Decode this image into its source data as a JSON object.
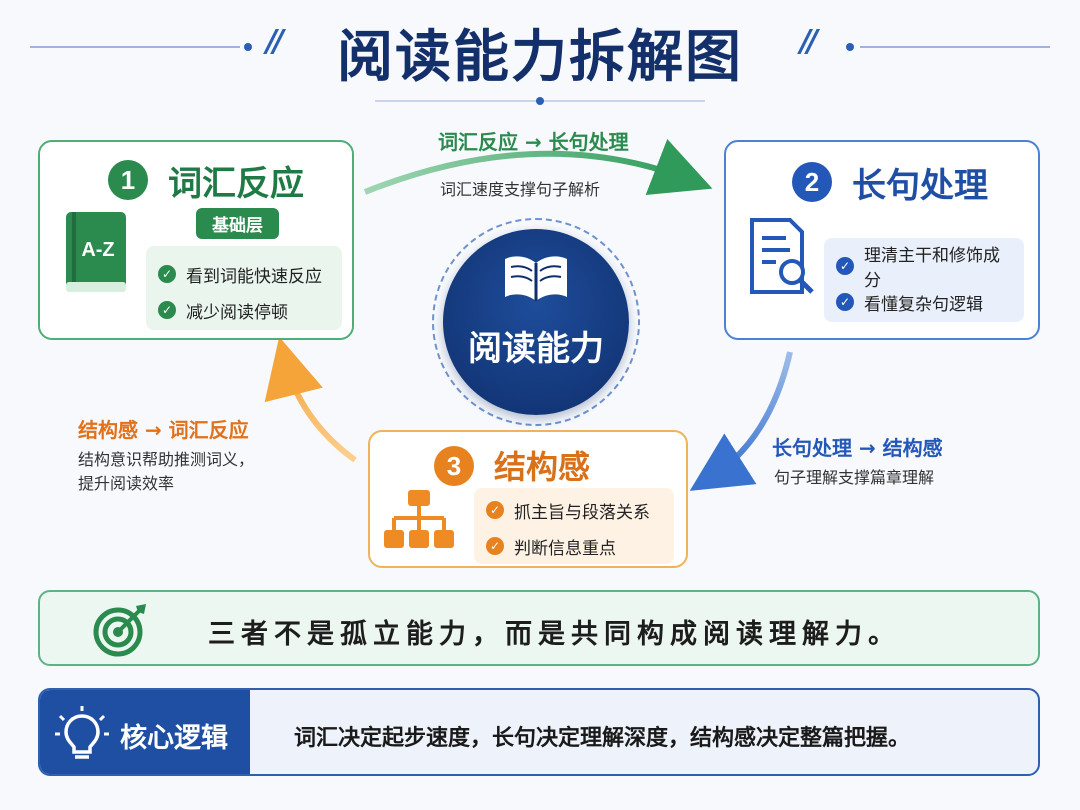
{
  "title": "阅读能力拆解图",
  "center": {
    "label": "阅读能力",
    "icon": "open-book-icon"
  },
  "cards": {
    "vocab": {
      "number": "1",
      "title": "词汇反应",
      "badge": "基础层",
      "icon_text": "A-Z",
      "points": [
        "看到词能快速反应",
        "减少阅读停顿"
      ]
    },
    "long": {
      "number": "2",
      "title": "长句处理",
      "points": [
        "理清主干和修饰成分",
        "看懂复杂句逻辑"
      ]
    },
    "structure": {
      "number": "3",
      "title": "结构感",
      "points": [
        "抓主旨与段落关系",
        "判断信息重点"
      ]
    }
  },
  "links": {
    "vocab_to_long": {
      "title": "词汇反应 → 长句处理",
      "desc": "词汇速度支撑句子解析"
    },
    "long_to_structure": {
      "title": "长句处理 → 结构感",
      "desc": "句子理解支撑篇章理解"
    },
    "structure_to_vocab": {
      "title": "结构感 → 词汇反应",
      "desc_line1": "结构意识帮助推测词义，",
      "desc_line2": "提升阅读效率"
    }
  },
  "summary": "三者不是孤立能力，而是共同构成阅读理解力。",
  "core_logic": {
    "title": "核心逻辑",
    "text": "词汇决定起步速度，长句决定理解深度，结构感决定整篇把握。"
  },
  "colors": {
    "navy": "#14306b",
    "green": "#2b8a4e",
    "blue": "#2458b8",
    "orange": "#e8821e"
  }
}
